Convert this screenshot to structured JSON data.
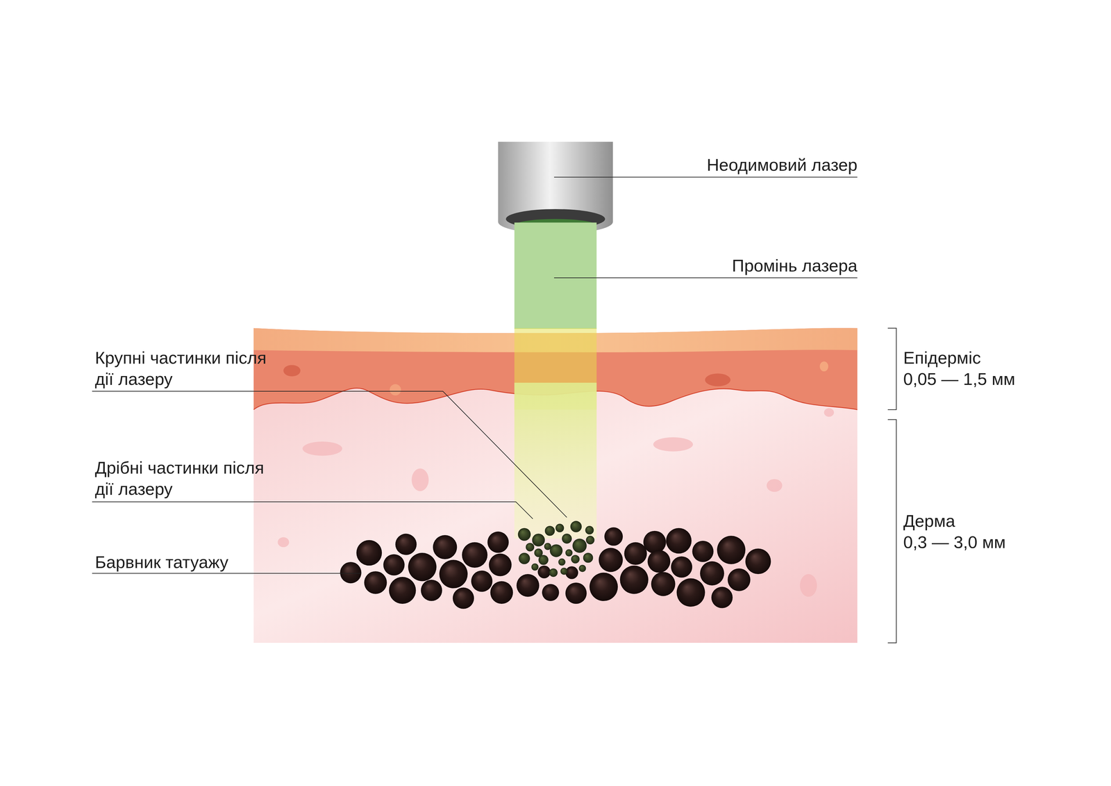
{
  "diagram": {
    "labels": [
      "Неодимовий лазер",
      "Промінь лазера",
      "Крупні частинки після дії лазеру",
      "Епідерміс",
      "0,05 — 1,5 мм",
      "Дрібні частинки після дії лазеру",
      "Дерма",
      "0,3 — 3,0 мм",
      "Барвник татуажу"
    ]
  }
}
